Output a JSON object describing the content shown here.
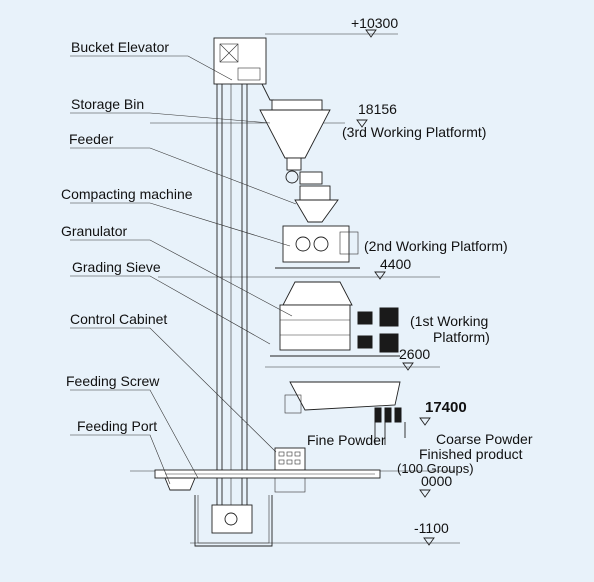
{
  "components": {
    "bucket_elevator": "Bucket Elevator",
    "storage_bin": "Storage Bin",
    "feeder": "Feeder",
    "compacting_machine": "Compacting machine",
    "granulator": "Granulator",
    "grading_sieve": "Grading Sieve",
    "control_cabinet": "Control Cabinet",
    "feeding_screw": "Feeding Screw",
    "feeding_port": "Feeding Port"
  },
  "elevations": {
    "top": "+10300",
    "third_platform": "18156",
    "third_platform_label": "(3rd Working Platformt)",
    "second_platform_label": "(2nd Working Platform)",
    "second_platform": "4400",
    "first_platform_label_line1": "(1st Working",
    "first_platform_label_line2": "Platform)",
    "first_platform": "2600",
    "sieve_level": "17400",
    "ground": "0000",
    "pit": "-1100"
  },
  "outputs": {
    "fine_powder": "Fine Powder",
    "coarse_powder": "Coarse Powder",
    "finished_product": "Finished product",
    "groups": "(100 Groups)"
  }
}
